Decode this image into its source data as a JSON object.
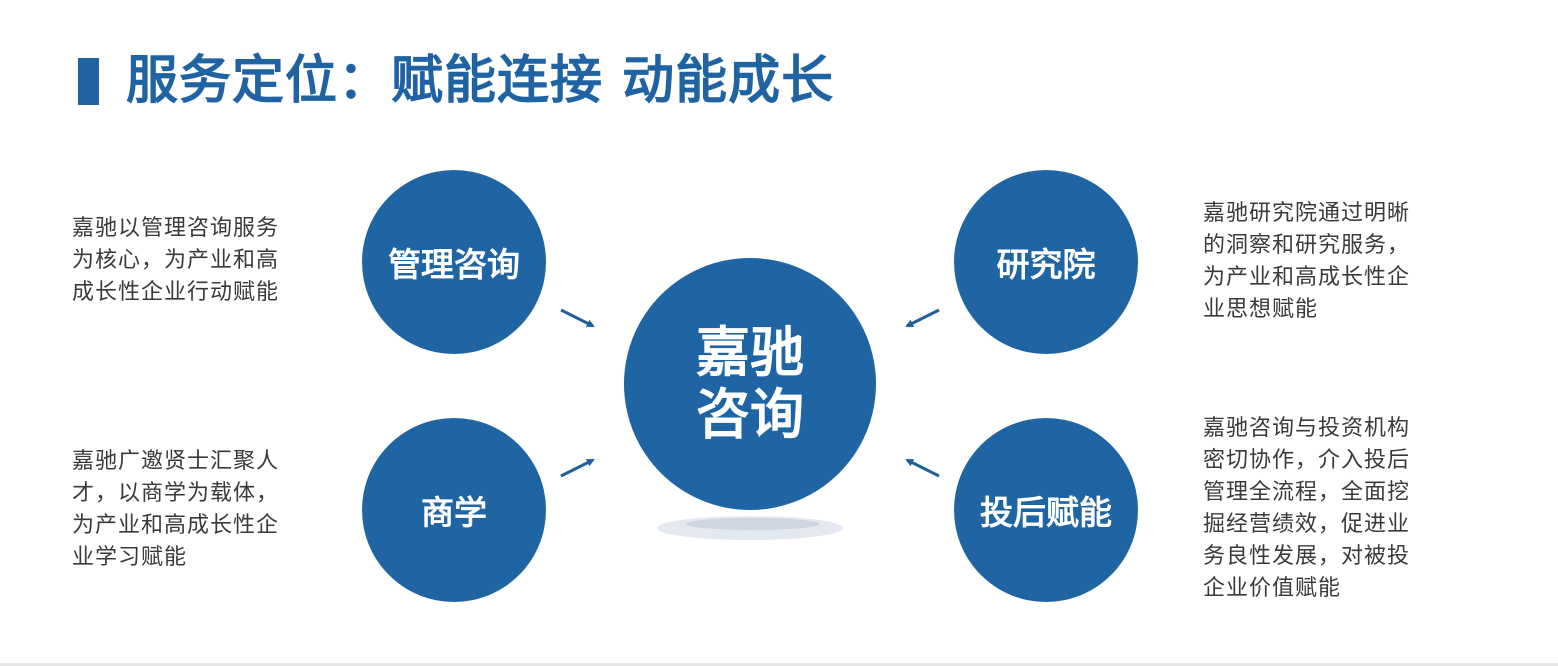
{
  "title": "服务定位：赋能连接 动能成长",
  "colors": {
    "accent": "#1f63a3",
    "circle": "#1f65a3",
    "text": "#3a3a3a",
    "background": "#ffffff"
  },
  "center": {
    "line1": "嘉驰",
    "line2": "咨询"
  },
  "nodes": {
    "top_left": {
      "label": "管理咨询",
      "description": [
        "嘉驰以管理咨询服务",
        "为核心，为产业和高",
        "成长性企业行动赋能"
      ]
    },
    "top_right": {
      "label": "研究院",
      "description": [
        "嘉驰研究院通过明晰",
        "的洞察和研究服务，",
        "为产业和高成长性企",
        "业思想赋能"
      ]
    },
    "bottom_left": {
      "label": "商学",
      "description": [
        "嘉驰广邀贤士汇聚人",
        "才，以商学为载体，",
        "为产业和高成长性企",
        "业学习赋能"
      ]
    },
    "bottom_right": {
      "label": "投后赋能",
      "description": [
        "嘉驰咨询与投资机构",
        "密切协作，介入投后",
        "管理全流程，全面挖",
        "掘经营绩效，促进业",
        "务良性发展，对被投",
        "企业价值赋能"
      ]
    }
  },
  "icons": {
    "arrow": "arrow-pointing-to-center"
  }
}
